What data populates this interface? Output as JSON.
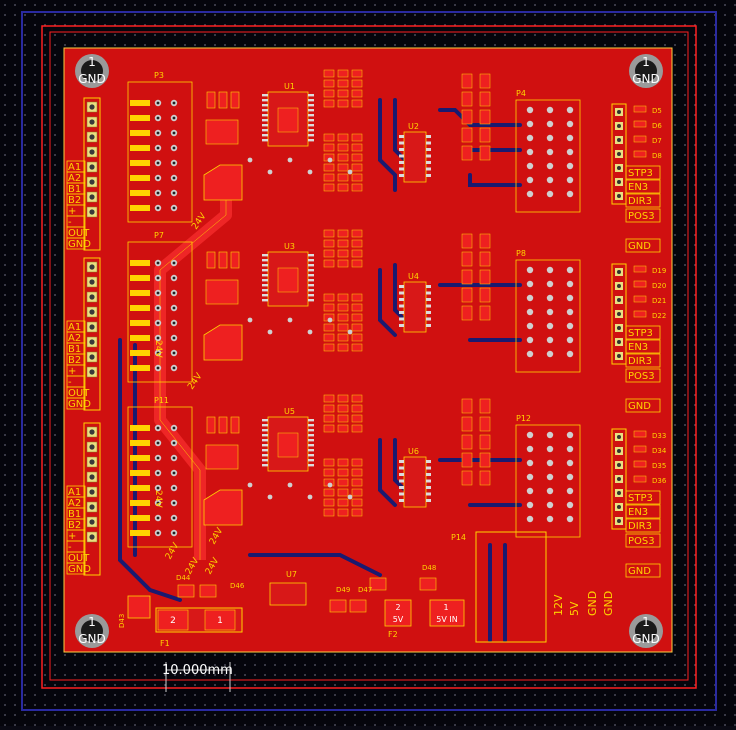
{
  "view": {
    "units": "mm"
  },
  "colors": {
    "background": "#05050c",
    "board": "#d01010",
    "copper_bottom": "#1a1a70",
    "silk": "#ffd400",
    "pad": "#c8c8c8",
    "outline_red": "#ff2020",
    "outline_blue": "#2a2aa0"
  },
  "mounting_holes": [
    {
      "number": "1",
      "net": "GND"
    },
    {
      "number": "1",
      "net": "GND"
    },
    {
      "number": "1",
      "net": "GND"
    },
    {
      "number": "1",
      "net": "GND"
    }
  ],
  "motor_blocks": [
    {
      "header": "P3",
      "driver": "U1",
      "logic": "U2",
      "out": "P4",
      "left_labels": [
        "A1",
        "A2",
        "B1",
        "B2",
        "+",
        "-",
        "OUT",
        "GND"
      ],
      "right_labels": [
        "STP3",
        "EN3",
        "DIR3",
        "POS3",
        "GND"
      ],
      "leds": [
        "D5",
        "D6",
        "D7",
        "D8"
      ]
    },
    {
      "header": "P7",
      "driver": "U3",
      "logic": "U4",
      "out": "P8",
      "left_labels": [
        "A1",
        "A2",
        "B1",
        "B2",
        "+",
        "-",
        "OUT",
        "GND"
      ],
      "right_labels": [
        "STP3",
        "EN3",
        "DIR3",
        "POS3",
        "GND"
      ],
      "leds": [
        "D19",
        "D20",
        "D21",
        "D22"
      ]
    },
    {
      "header": "P11",
      "driver": "U5",
      "logic": "U6",
      "out": "P12",
      "left_labels": [
        "A1",
        "A2",
        "B1",
        "B2",
        "+",
        "-",
        "OUT",
        "GND"
      ],
      "right_labels": [
        "STP3",
        "EN3",
        "DIR3",
        "POS3",
        "GND"
      ],
      "leds": [
        "D33",
        "D34",
        "D35",
        "D36"
      ]
    }
  ],
  "net_labels": [
    "24V",
    "24V",
    "24V",
    "24V",
    "24V",
    "24V",
    "24V",
    "24V"
  ],
  "power": {
    "regulator": "U7",
    "fuse1": "F1",
    "fuse2": "F2",
    "connector": "P14",
    "connector_labels": [
      "12V",
      "5V",
      "GND",
      "GND"
    ],
    "pad_labels": [
      "2",
      "1",
      "2",
      "1"
    ],
    "pad_texts": [
      "5V",
      "5V IN"
    ],
    "diodes": [
      "D43",
      "D44",
      "D46",
      "D47",
      "D49",
      "D48"
    ]
  },
  "ruler": {
    "label": "10.000mm"
  }
}
